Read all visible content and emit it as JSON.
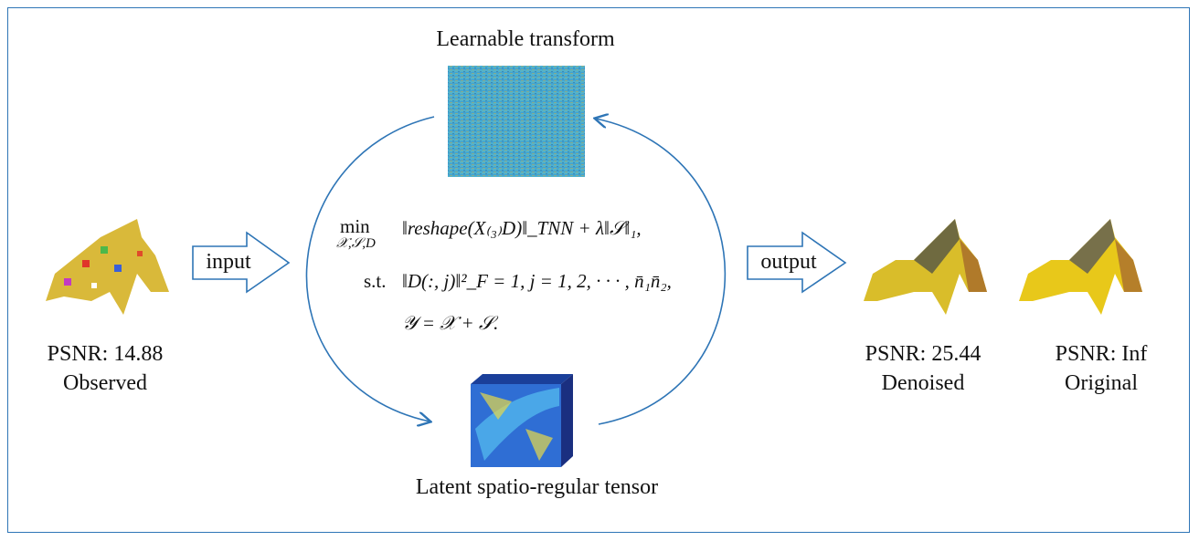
{
  "title_top": "Learnable transform",
  "title_bottom": "Latent spatio-regular tensor",
  "input_label": "input",
  "output_label": "output",
  "observed": {
    "psnr": "PSNR: 14.88",
    "label": "Observed"
  },
  "denoised": {
    "psnr": "PSNR: 25.44",
    "label": "Denoised"
  },
  "original": {
    "psnr": "PSNR: Inf",
    "label": "Original"
  },
  "formula": {
    "min": "min",
    "min_vars": "𝒳,𝒮,D",
    "objective": "‖reshape(X₍₃₎D)‖_TNN + λ‖𝒮‖₁,",
    "st": "s.t.",
    "constraint1": "‖D(:, j)‖²_F = 1, j = 1, 2, · · · , n̄₁n̄₂,",
    "constraint2": "𝒴 = 𝒳 + 𝒮."
  },
  "colors": {
    "accent": "#2e75b6"
  }
}
